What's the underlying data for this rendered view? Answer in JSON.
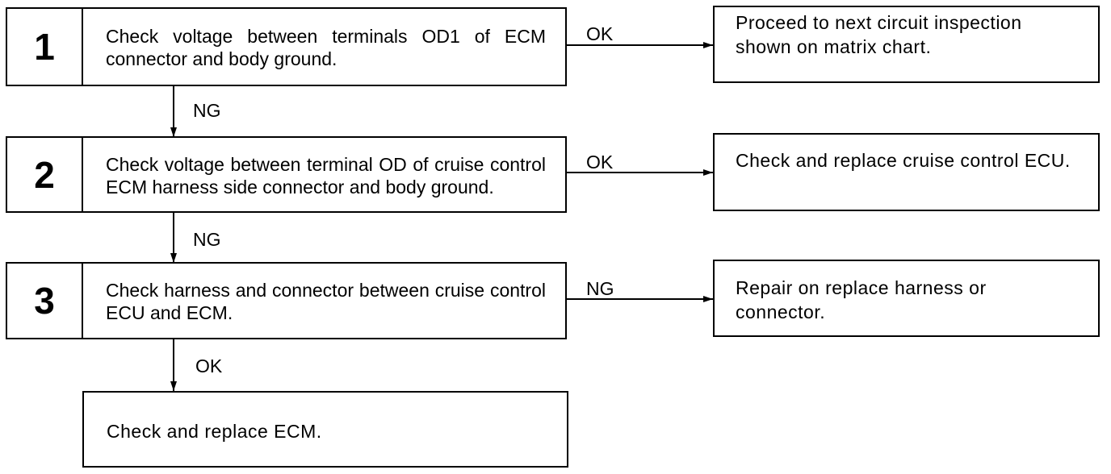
{
  "steps": [
    {
      "number": "1",
      "text": "Check voltage between terminals OD1 of ECM connector and body ground."
    },
    {
      "number": "2",
      "text": "Check voltage between terminal OD of cruise control ECM harness side connector and body ground."
    },
    {
      "number": "3",
      "text": "Check harness and connector between cruise control ECU and ECM."
    }
  ],
  "results": [
    {
      "text": "Proceed to next circuit inspection shown on matrix chart."
    },
    {
      "text": "Check and replace cruise control ECU."
    },
    {
      "text": "Repair on replace harness or connector."
    }
  ],
  "final": {
    "text": "Check and replace ECM."
  },
  "labels": {
    "step1_right": "OK",
    "step1_down": "NG",
    "step2_right": "OK",
    "step2_down": "NG",
    "step3_right": "NG",
    "step3_down": "OK"
  }
}
